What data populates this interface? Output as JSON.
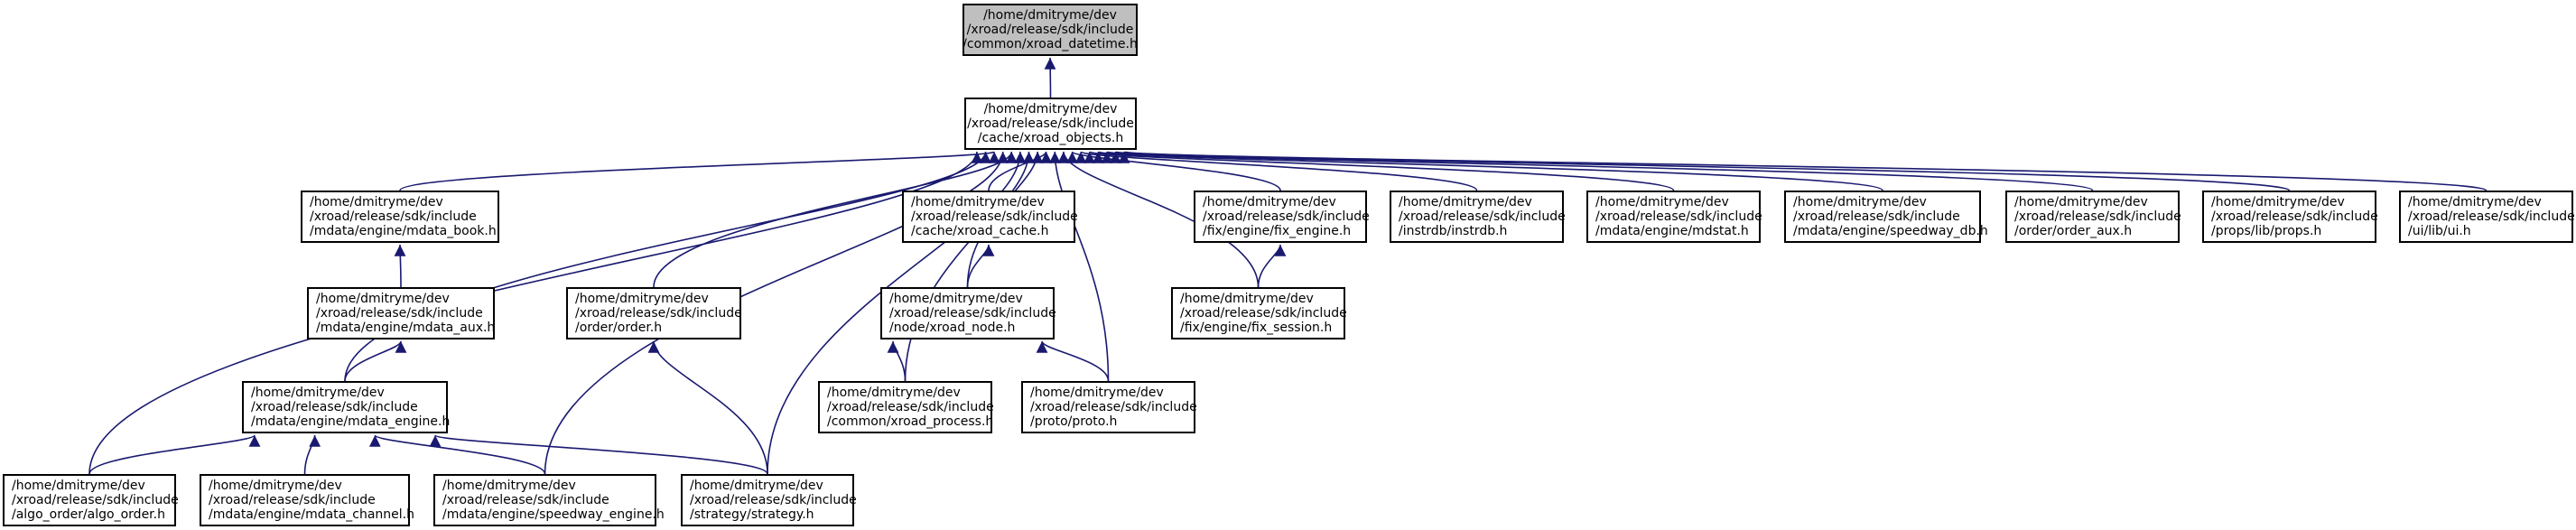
{
  "nodes": {
    "datetime": [
      "/home/dmitryme/dev",
      "/xroad/release/sdk/include",
      "/common/xroad_datetime.h"
    ],
    "objects": [
      "/home/dmitryme/dev",
      "/xroad/release/sdk/include",
      "/cache/xroad_objects.h"
    ],
    "mdata_book": [
      "/home/dmitryme/dev",
      "/xroad/release/sdk/include",
      "/mdata/engine/mdata_book.h"
    ],
    "mdata_aux": [
      "/home/dmitryme/dev",
      "/xroad/release/sdk/include",
      "/mdata/engine/mdata_aux.h"
    ],
    "mdata_engine": [
      "/home/dmitryme/dev",
      "/xroad/release/sdk/include",
      "/mdata/engine/mdata_engine.h"
    ],
    "algo_order": [
      "/home/dmitryme/dev",
      "/xroad/release/sdk/include",
      "/algo_order/algo_order.h"
    ],
    "mdata_channel": [
      "/home/dmitryme/dev",
      "/xroad/release/sdk/include",
      "/mdata/engine/mdata_channel.h"
    ],
    "speedway_engine": [
      "/home/dmitryme/dev",
      "/xroad/release/sdk/include",
      "/mdata/engine/speedway_engine.h"
    ],
    "order": [
      "/home/dmitryme/dev",
      "/xroad/release/sdk/include",
      "/order/order.h"
    ],
    "strategy": [
      "/home/dmitryme/dev",
      "/xroad/release/sdk/include",
      "/strategy/strategy.h"
    ],
    "xroad_cache": [
      "/home/dmitryme/dev",
      "/xroad/release/sdk/include",
      "/cache/xroad_cache.h"
    ],
    "xroad_node": [
      "/home/dmitryme/dev",
      "/xroad/release/sdk/include",
      "/node/xroad_node.h"
    ],
    "xroad_process": [
      "/home/dmitryme/dev",
      "/xroad/release/sdk/include",
      "/common/xroad_process.h"
    ],
    "proto": [
      "/home/dmitryme/dev",
      "/xroad/release/sdk/include",
      "/proto/proto.h"
    ],
    "fix_engine": [
      "/home/dmitryme/dev",
      "/xroad/release/sdk/include",
      "/fix/engine/fix_engine.h"
    ],
    "fix_session": [
      "/home/dmitryme/dev",
      "/xroad/release/sdk/include",
      "/fix/engine/fix_session.h"
    ],
    "instrdb": [
      "/home/dmitryme/dev",
      "/xroad/release/sdk/include",
      "/instrdb/instrdb.h"
    ],
    "mdstat": [
      "/home/dmitryme/dev",
      "/xroad/release/sdk/include",
      "/mdata/engine/mdstat.h"
    ],
    "speedway_db": [
      "/home/dmitryme/dev",
      "/xroad/release/sdk/include",
      "/mdata/engine/speedway_db.h"
    ],
    "order_aux": [
      "/home/dmitryme/dev",
      "/xroad/release/sdk/include",
      "/order/order_aux.h"
    ],
    "props": [
      "/home/dmitryme/dev",
      "/xroad/release/sdk/include",
      "/props/lib/props.h"
    ],
    "ui": [
      "/home/dmitryme/dev",
      "/xroad/release/sdk/include",
      "/ui/lib/ui.h"
    ]
  },
  "edges": [
    [
      "objects",
      "datetime"
    ],
    [
      "mdata_book",
      "objects"
    ],
    [
      "mdata_engine",
      "objects"
    ],
    [
      "algo_order",
      "objects"
    ],
    [
      "speedway_engine",
      "objects"
    ],
    [
      "order",
      "objects"
    ],
    [
      "strategy",
      "objects"
    ],
    [
      "xroad_cache",
      "objects"
    ],
    [
      "xroad_node",
      "objects"
    ],
    [
      "xroad_process",
      "objects"
    ],
    [
      "proto",
      "objects"
    ],
    [
      "fix_engine",
      "objects"
    ],
    [
      "fix_session",
      "objects"
    ],
    [
      "instrdb",
      "objects"
    ],
    [
      "mdstat",
      "objects"
    ],
    [
      "speedway_db",
      "objects"
    ],
    [
      "order_aux",
      "objects"
    ],
    [
      "props",
      "objects"
    ],
    [
      "ui",
      "objects"
    ],
    [
      "mdata_aux",
      "mdata_book"
    ],
    [
      "mdata_engine",
      "mdata_aux"
    ],
    [
      "algo_order",
      "mdata_engine"
    ],
    [
      "mdata_channel",
      "mdata_engine"
    ],
    [
      "speedway_engine",
      "mdata_engine"
    ],
    [
      "strategy",
      "mdata_engine"
    ],
    [
      "strategy",
      "order"
    ],
    [
      "xroad_node",
      "xroad_cache"
    ],
    [
      "xroad_process",
      "xroad_node"
    ],
    [
      "proto",
      "xroad_node"
    ],
    [
      "fix_session",
      "fix_engine"
    ]
  ],
  "colors": {
    "edge": "#191970",
    "root_fill": "#bfbfbf"
  }
}
